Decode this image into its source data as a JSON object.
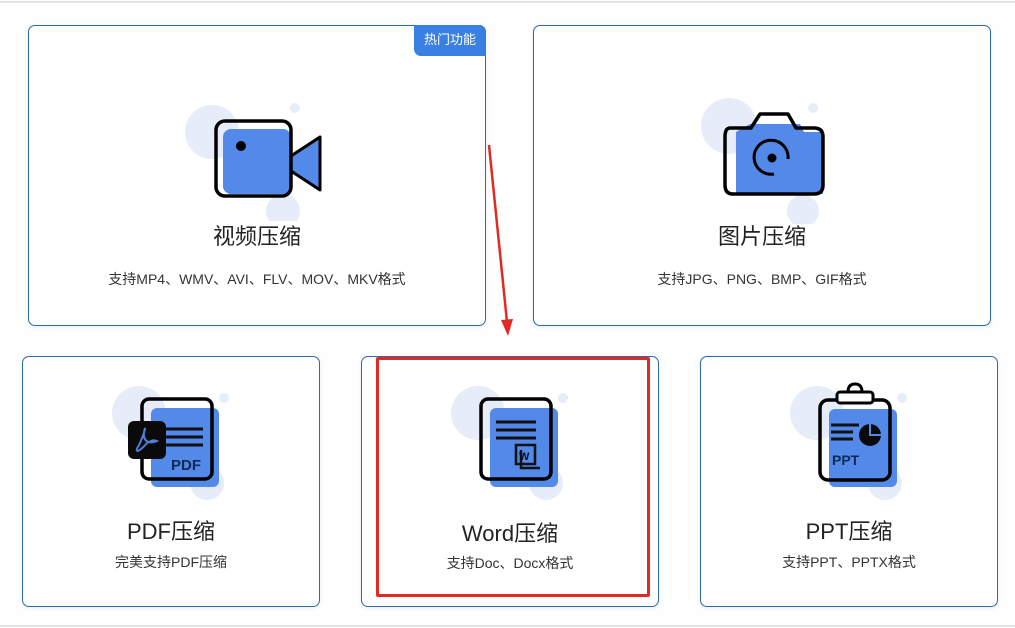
{
  "colors": {
    "accent": "#3a80e3",
    "icon_fill": "#5389e8",
    "card_border": "#2f6aa8",
    "annotation_red": "#e02a25",
    "bubble": "#e6edf9"
  },
  "cards": [
    {
      "id": "video",
      "title": "视频压缩",
      "desc": "支持MP4、WMV、AVI、FLV、MOV、MKV格式",
      "badge": "热门功能",
      "icon": "video-camera-icon"
    },
    {
      "id": "image",
      "title": "图片压缩",
      "desc": "支持JPG、PNG、BMP、GIF格式",
      "icon": "camera-icon"
    },
    {
      "id": "pdf",
      "title": "PDF压缩",
      "desc": "完美支持PDF压缩",
      "icon": "pdf-document-icon",
      "icon_text": "PDF"
    },
    {
      "id": "word",
      "title": "Word压缩",
      "desc": "支持Doc、Docx格式",
      "icon": "word-document-icon",
      "icon_text": "W"
    },
    {
      "id": "ppt",
      "title": "PPT压缩",
      "desc": "支持PPT、PPTX格式",
      "icon": "ppt-clipboard-icon",
      "icon_text": "PPT"
    }
  ],
  "annotation": {
    "highlight_target": "Word压缩",
    "arrow": "red-arrow"
  }
}
